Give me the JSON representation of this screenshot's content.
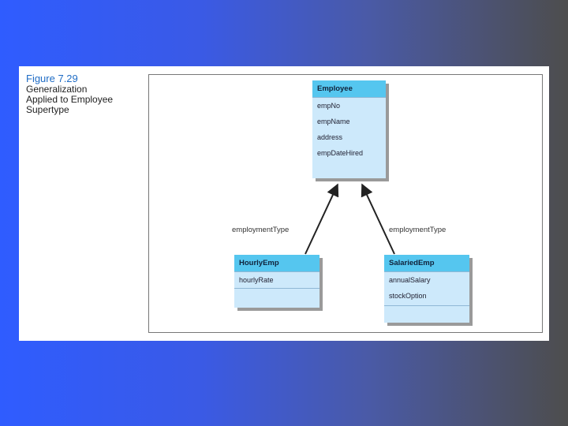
{
  "caption": {
    "figure_number": "Figure 7.29",
    "lines": [
      "Generalization",
      "Applied to Employee",
      "Supertype"
    ]
  },
  "diagram": {
    "supertype": {
      "name": "Employee",
      "attributes": [
        "empNo",
        "empName",
        "address",
        "empDateHired"
      ]
    },
    "subtypes": [
      {
        "name": "HourlyEmp",
        "attributes": [
          "hourlyRate"
        ]
      },
      {
        "name": "SalariedEmp",
        "attributes": [
          "annualSalary",
          "stockOption"
        ]
      }
    ],
    "relationship_labels": [
      "employmentType",
      "employmentType"
    ]
  },
  "colors": {
    "class_header": "#55c6ef",
    "class_body": "#cde9fb",
    "figure_number": "#1f6cc5"
  }
}
